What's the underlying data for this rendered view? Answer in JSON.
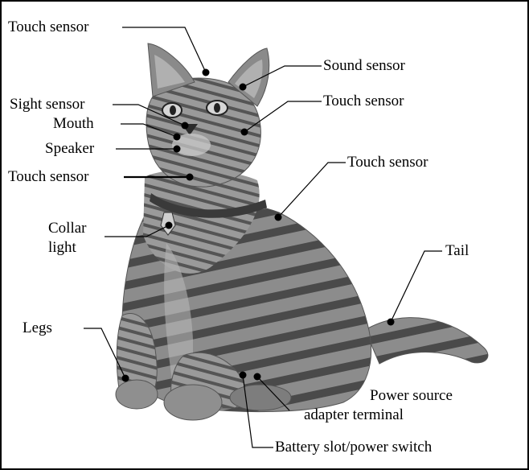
{
  "labels": {
    "touch_sensor_top": "Touch sensor",
    "sound_sensor": "Sound sensor",
    "sight_sensor": "Sight sensor",
    "touch_sensor_cheek": "Touch sensor",
    "mouth": "Mouth",
    "speaker": "Speaker",
    "touch_sensor_chin": "Touch sensor",
    "touch_sensor_back": "Touch sensor",
    "collar_light_line1": "Collar",
    "collar_light_line2": "light",
    "tail": "Tail",
    "legs": "Legs",
    "power_source_line1": "Power source",
    "power_source_line2": "adapter terminal",
    "battery_slot": "Battery slot/power switch"
  },
  "colors": {
    "border": "#000000",
    "text": "#000000",
    "leader_line": "#000000",
    "sensor_dot": "#000000"
  }
}
